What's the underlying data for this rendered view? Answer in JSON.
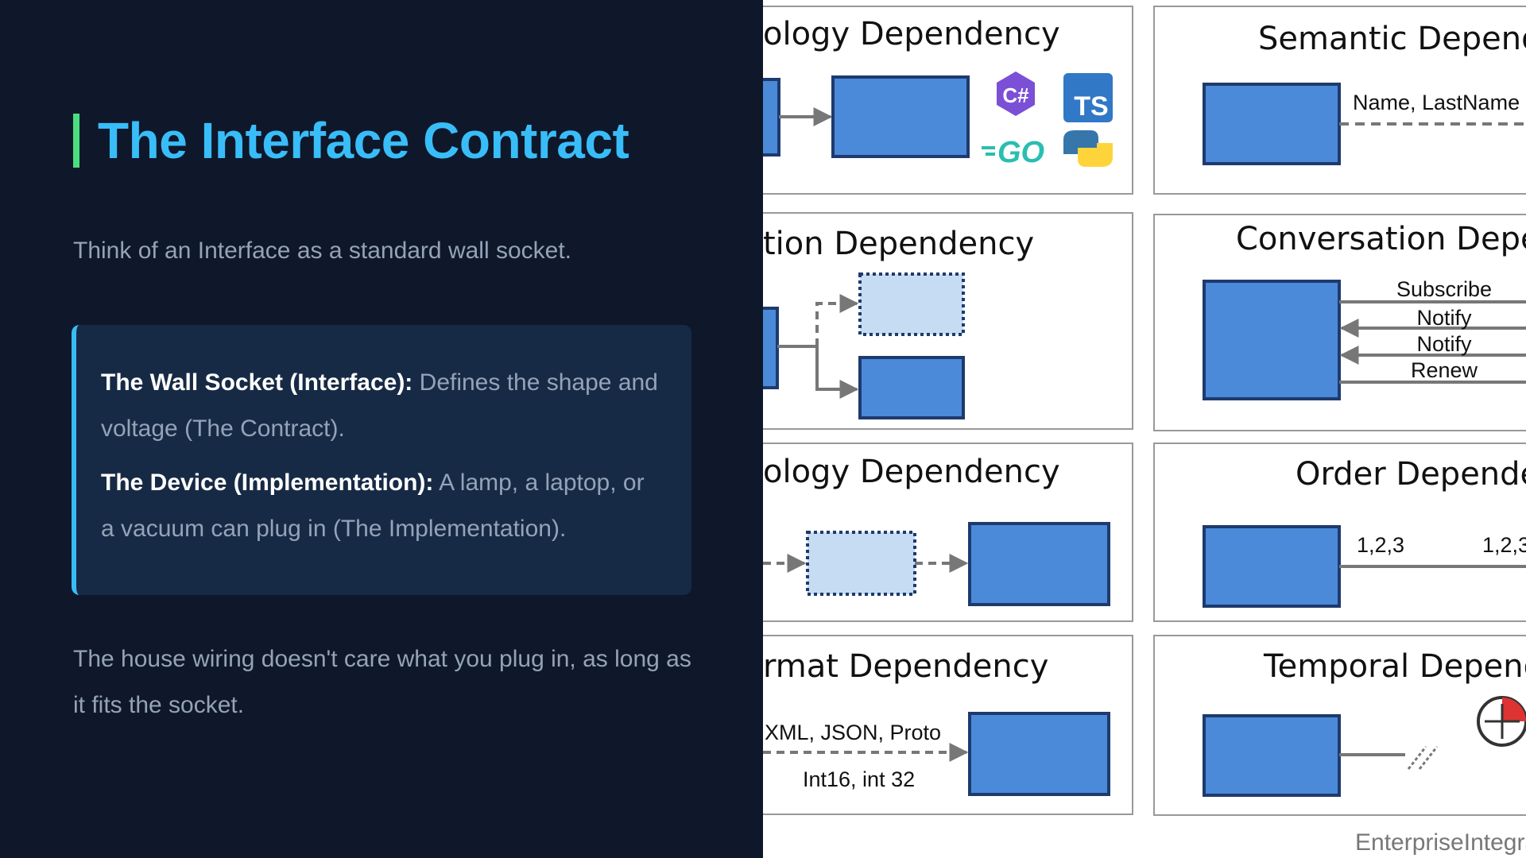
{
  "slide": {
    "title": "The Interface Contract",
    "intro": "Think of an Interface as a standard wall socket.",
    "points": [
      {
        "label": "The Wall Socket (Interface):",
        "text": " Defines the shape and voltage (The Contract)."
      },
      {
        "label": "The Device (Implementation):",
        "text": " A lamp, a laptop, or a vacuum can plug in (The Implementation)."
      }
    ],
    "outro": "The house wiring doesn't care what you plug in, as long as it fits the socket."
  },
  "diagram": {
    "panels": {
      "technology": "ology Dependency",
      "semantic": "Semantic Depend",
      "location": "tion Dependency",
      "conversation": "Conversation Depe",
      "topology": "ology Dependency",
      "order": "Order Depende",
      "format": "rmat Dependency",
      "temporal": "Temporal Depend"
    },
    "labels": {
      "semantic_fields": "Name, LastName",
      "subscribe": "Subscribe",
      "notify_1": "Notify",
      "notify_2": "Notify",
      "renew": "Renew",
      "order_seq_1": "1,2,3",
      "order_seq_2": "1,2,3",
      "formats": "XML, JSON, Proto",
      "types": "Int16, int 32"
    },
    "logos": {
      "csharp": "C#",
      "typescript": "TS",
      "go": "GO"
    },
    "footer": "EnterpriseIntegra"
  },
  "colors": {
    "accent": "#38bdf8",
    "accent_bar": "#4ade80",
    "background": "#0f172a",
    "card": "#172a45",
    "box_fill": "#4a8ad8",
    "box_stroke": "#1e3a6e"
  }
}
